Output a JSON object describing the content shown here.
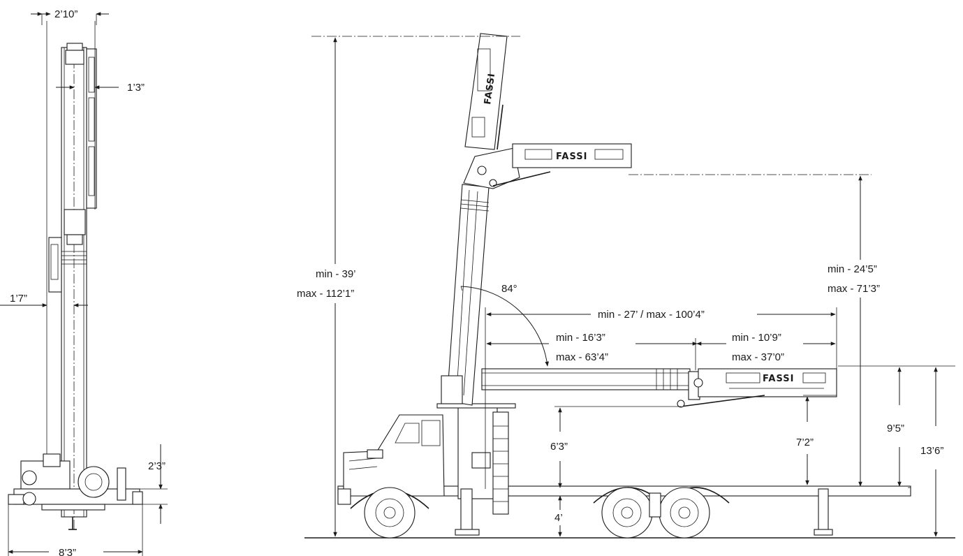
{
  "brand": {
    "boom_logo": "FASSI"
  },
  "front_view": {
    "top_width": "2’10”",
    "boom_offset": "1’3”",
    "base_offset": "1’7”",
    "outrigger_height": "2’3”",
    "overall_width": "8’3”"
  },
  "side_view": {
    "max_height_label_1": "min - 39’",
    "max_height_label_2": "max - 112’1”",
    "hook_height_label_1": "min - 24’5”",
    "hook_height_label_2": "max - 71’3”",
    "boom_angle": "84°",
    "total_reach": "min - 27’ / max - 100’4”",
    "main_reach_1": "min - 16’3”",
    "main_reach_2": "max - 63’4”",
    "jib_reach_1": "min - 10’9”",
    "jib_reach_2": "max - 37’0”",
    "deck_height": "6’3”",
    "jib_clearance": "7’2”",
    "stowed_height": "9’5”",
    "overall_height": "13’6”",
    "frame_height": "4’"
  },
  "colors": {
    "ink": "#1a1a1a",
    "background": "#ffffff"
  }
}
